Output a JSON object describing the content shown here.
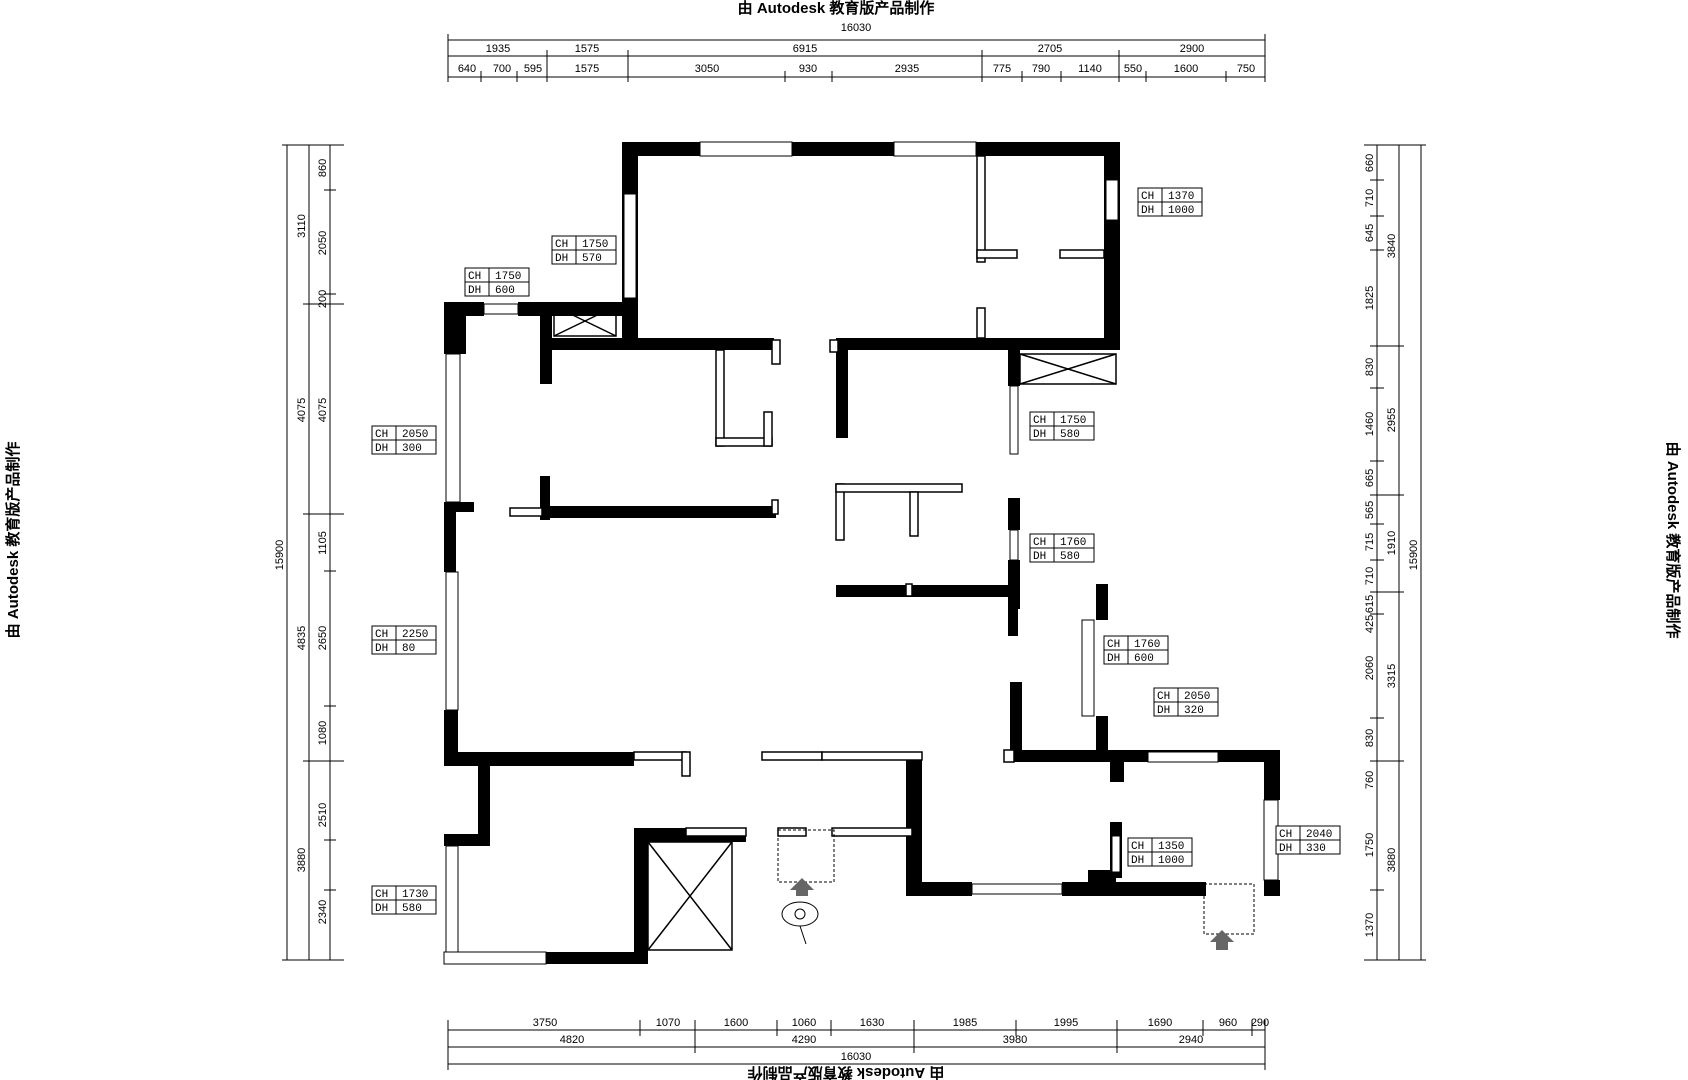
{
  "watermark": "由 Autodesk 教育版产品制作",
  "dimensions": {
    "overall_width": "16030",
    "overall_height": "15900",
    "top_row1": [
      "1935",
      "1575",
      "6915",
      "2705",
      "2900"
    ],
    "top_row2": [
      "640",
      "700",
      "595",
      "1575",
      "3050",
      "930",
      "2935",
      "775",
      "790",
      "1140",
      "550",
      "1600",
      "750"
    ],
    "bottom_row1": [
      "3750",
      "1070",
      "1600",
      "1060",
      "1630",
      "1985",
      "1995",
      "1690",
      "960",
      "290"
    ],
    "bottom_row2": [
      "4820",
      "4290",
      "3980",
      "2940"
    ],
    "left_outer": [
      "3110",
      "4075",
      "4835",
      "3880"
    ],
    "left_inner": [
      "860",
      "2050",
      "200",
      "4075",
      "1105",
      "2650",
      "1080",
      "2510",
      "2340"
    ],
    "right_outer": [
      "3840",
      "2955",
      "1910",
      "3315",
      "3880"
    ],
    "right_inner": [
      "660",
      "710",
      "645",
      "1825",
      "830",
      "1460",
      "665",
      "565",
      "715",
      "710",
      "615",
      "425",
      "2060",
      "830",
      "760",
      "1750",
      "1370"
    ]
  },
  "window_tags": [
    {
      "ch": "1370",
      "dh": "1000"
    },
    {
      "ch": "1750",
      "dh": "570"
    },
    {
      "ch": "1750",
      "dh": "600"
    },
    {
      "ch": "2050",
      "dh": "300"
    },
    {
      "ch": "1750",
      "dh": "580"
    },
    {
      "ch": "1760",
      "dh": "580"
    },
    {
      "ch": "2250",
      "dh": "80"
    },
    {
      "ch": "1760",
      "dh": "600"
    },
    {
      "ch": "2050",
      "dh": "320"
    },
    {
      "ch": "1350",
      "dh": "1000"
    },
    {
      "ch": "2040",
      "dh": "330"
    },
    {
      "ch": "1730",
      "dh": "580"
    }
  ],
  "tag_labels": {
    "ch": "CH",
    "dh": "DH"
  }
}
